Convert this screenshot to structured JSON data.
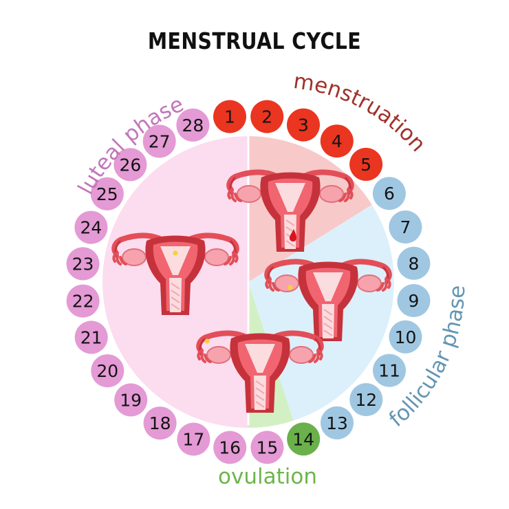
{
  "title": "MENSTRUAL CYCLE",
  "phases": {
    "menstruation": {
      "label": "menstruation",
      "color": "#a0322b",
      "circle_color": "#ea3520",
      "sector_color": "#f8c9c9",
      "days": [
        1,
        5
      ]
    },
    "follicular": {
      "label": "follicular phase",
      "color": "#6396b3",
      "circle_color": "#9fc7e2",
      "sector_color": "#dcf0fb",
      "days": [
        6,
        13
      ]
    },
    "ovulation": {
      "label": "ovulation",
      "color": "#6db54a",
      "circle_color": "#6ab04b",
      "sector_color": "#d3f0c4",
      "days": [
        14,
        14
      ]
    },
    "luteal": {
      "label": "luteal phase",
      "color": "#c276ba",
      "circle_color": "#e49ad4",
      "sector_color": "#fcdcef",
      "days": [
        15,
        28
      ]
    }
  },
  "days": [
    "1",
    "2",
    "3",
    "4",
    "5",
    "6",
    "7",
    "8",
    "9",
    "10",
    "11",
    "12",
    "13",
    "14",
    "15",
    "16",
    "17",
    "18",
    "19",
    "20",
    "21",
    "22",
    "23",
    "24",
    "25",
    "26",
    "27",
    "28"
  ],
  "illustrations": [
    {
      "name": "uterus-menstruation-icon",
      "phase": "menstruation",
      "marker": "blood-drop"
    },
    {
      "name": "uterus-follicular-icon",
      "phase": "follicular",
      "marker": "egg-in-ovary"
    },
    {
      "name": "uterus-ovulation-icon",
      "phase": "ovulation",
      "marker": "released-egg"
    },
    {
      "name": "uterus-luteal-icon",
      "phase": "luteal",
      "marker": "egg-in-uterus"
    }
  ]
}
